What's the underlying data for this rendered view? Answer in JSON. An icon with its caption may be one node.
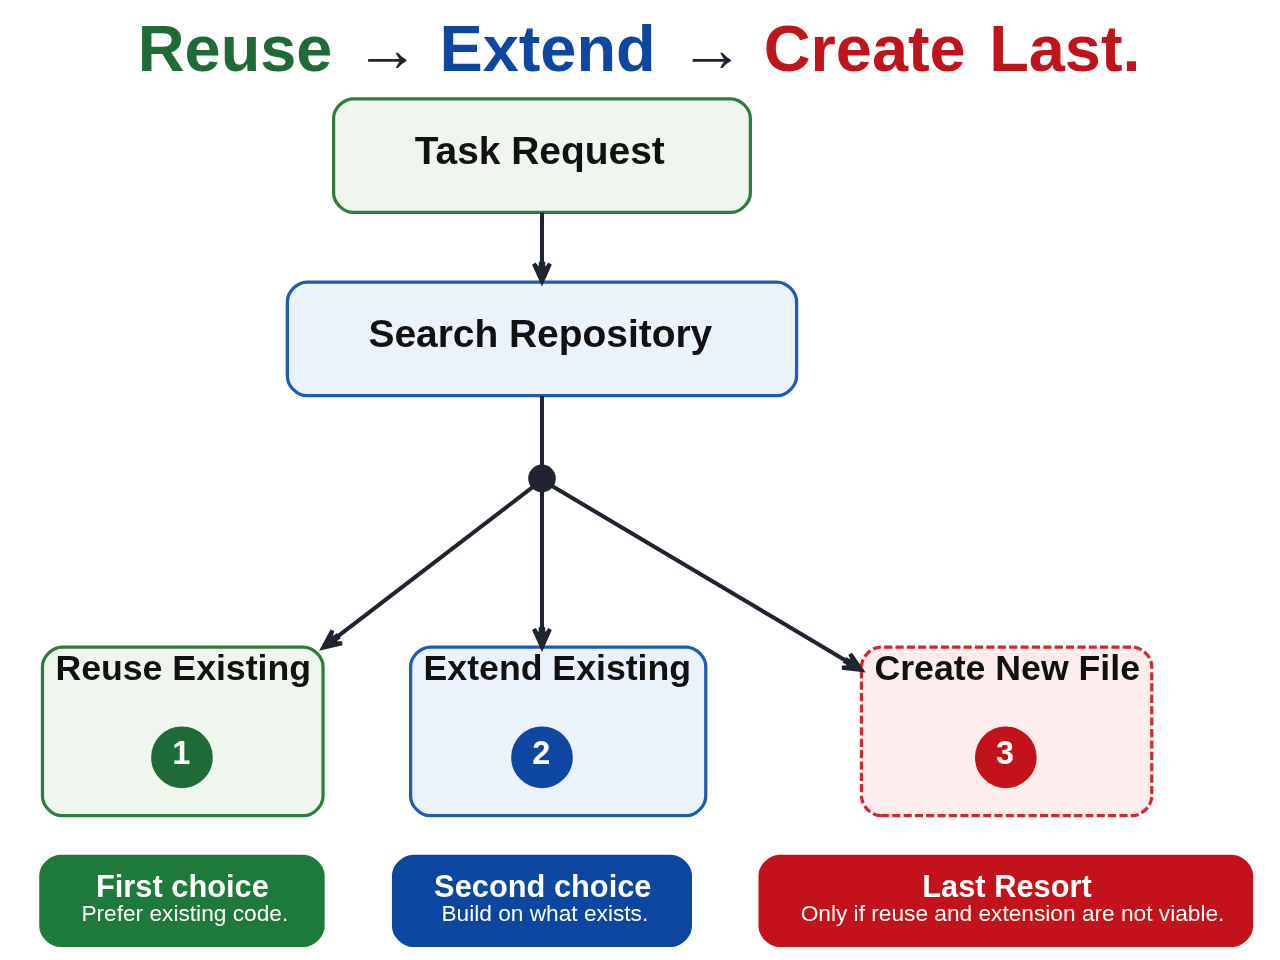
{
  "diagram": {
    "title": "Reuse → Extend → Create Last.",
    "nodes": [
      {
        "text": [
          "Task Request"
        ]
      },
      {
        "text": [
          "Search Repository"
        ]
      },
      {
        "text": [],
        "shape": "circle"
      },
      {
        "text": [
          "Reuse Existing"
        ]
      },
      {
        "text": [
          "1"
        ],
        "in": 3
      },
      {
        "text": [
          "Extend Existing"
        ]
      },
      {
        "text": [
          "2"
        ],
        "in": 5
      },
      {
        "text": [
          "Create New File"
        ]
      },
      {
        "text": [
          "3"
        ],
        "in": 7
      },
      {
        "text": [
          "First choice",
          "Prefer existing code."
        ]
      },
      {
        "text": [
          "Second choice",
          "Build on what exists."
        ]
      },
      {
        "text": [
          "Last Resort",
          "Only if reuse and extension are not viable."
        ]
      }
    ],
    "edges": [
      {
        "from": 0,
        "to": 1,
        "arrow": "to"
      },
      {
        "from": 1,
        "to": 2,
        "arrow": "none"
      },
      {
        "from": 2,
        "to": 3,
        "arrow": "to"
      },
      {
        "from": 2,
        "to": 5,
        "arrow": "to"
      },
      {
        "from": 2,
        "to": 7,
        "arrow": "to"
      }
    ]
  }
}
